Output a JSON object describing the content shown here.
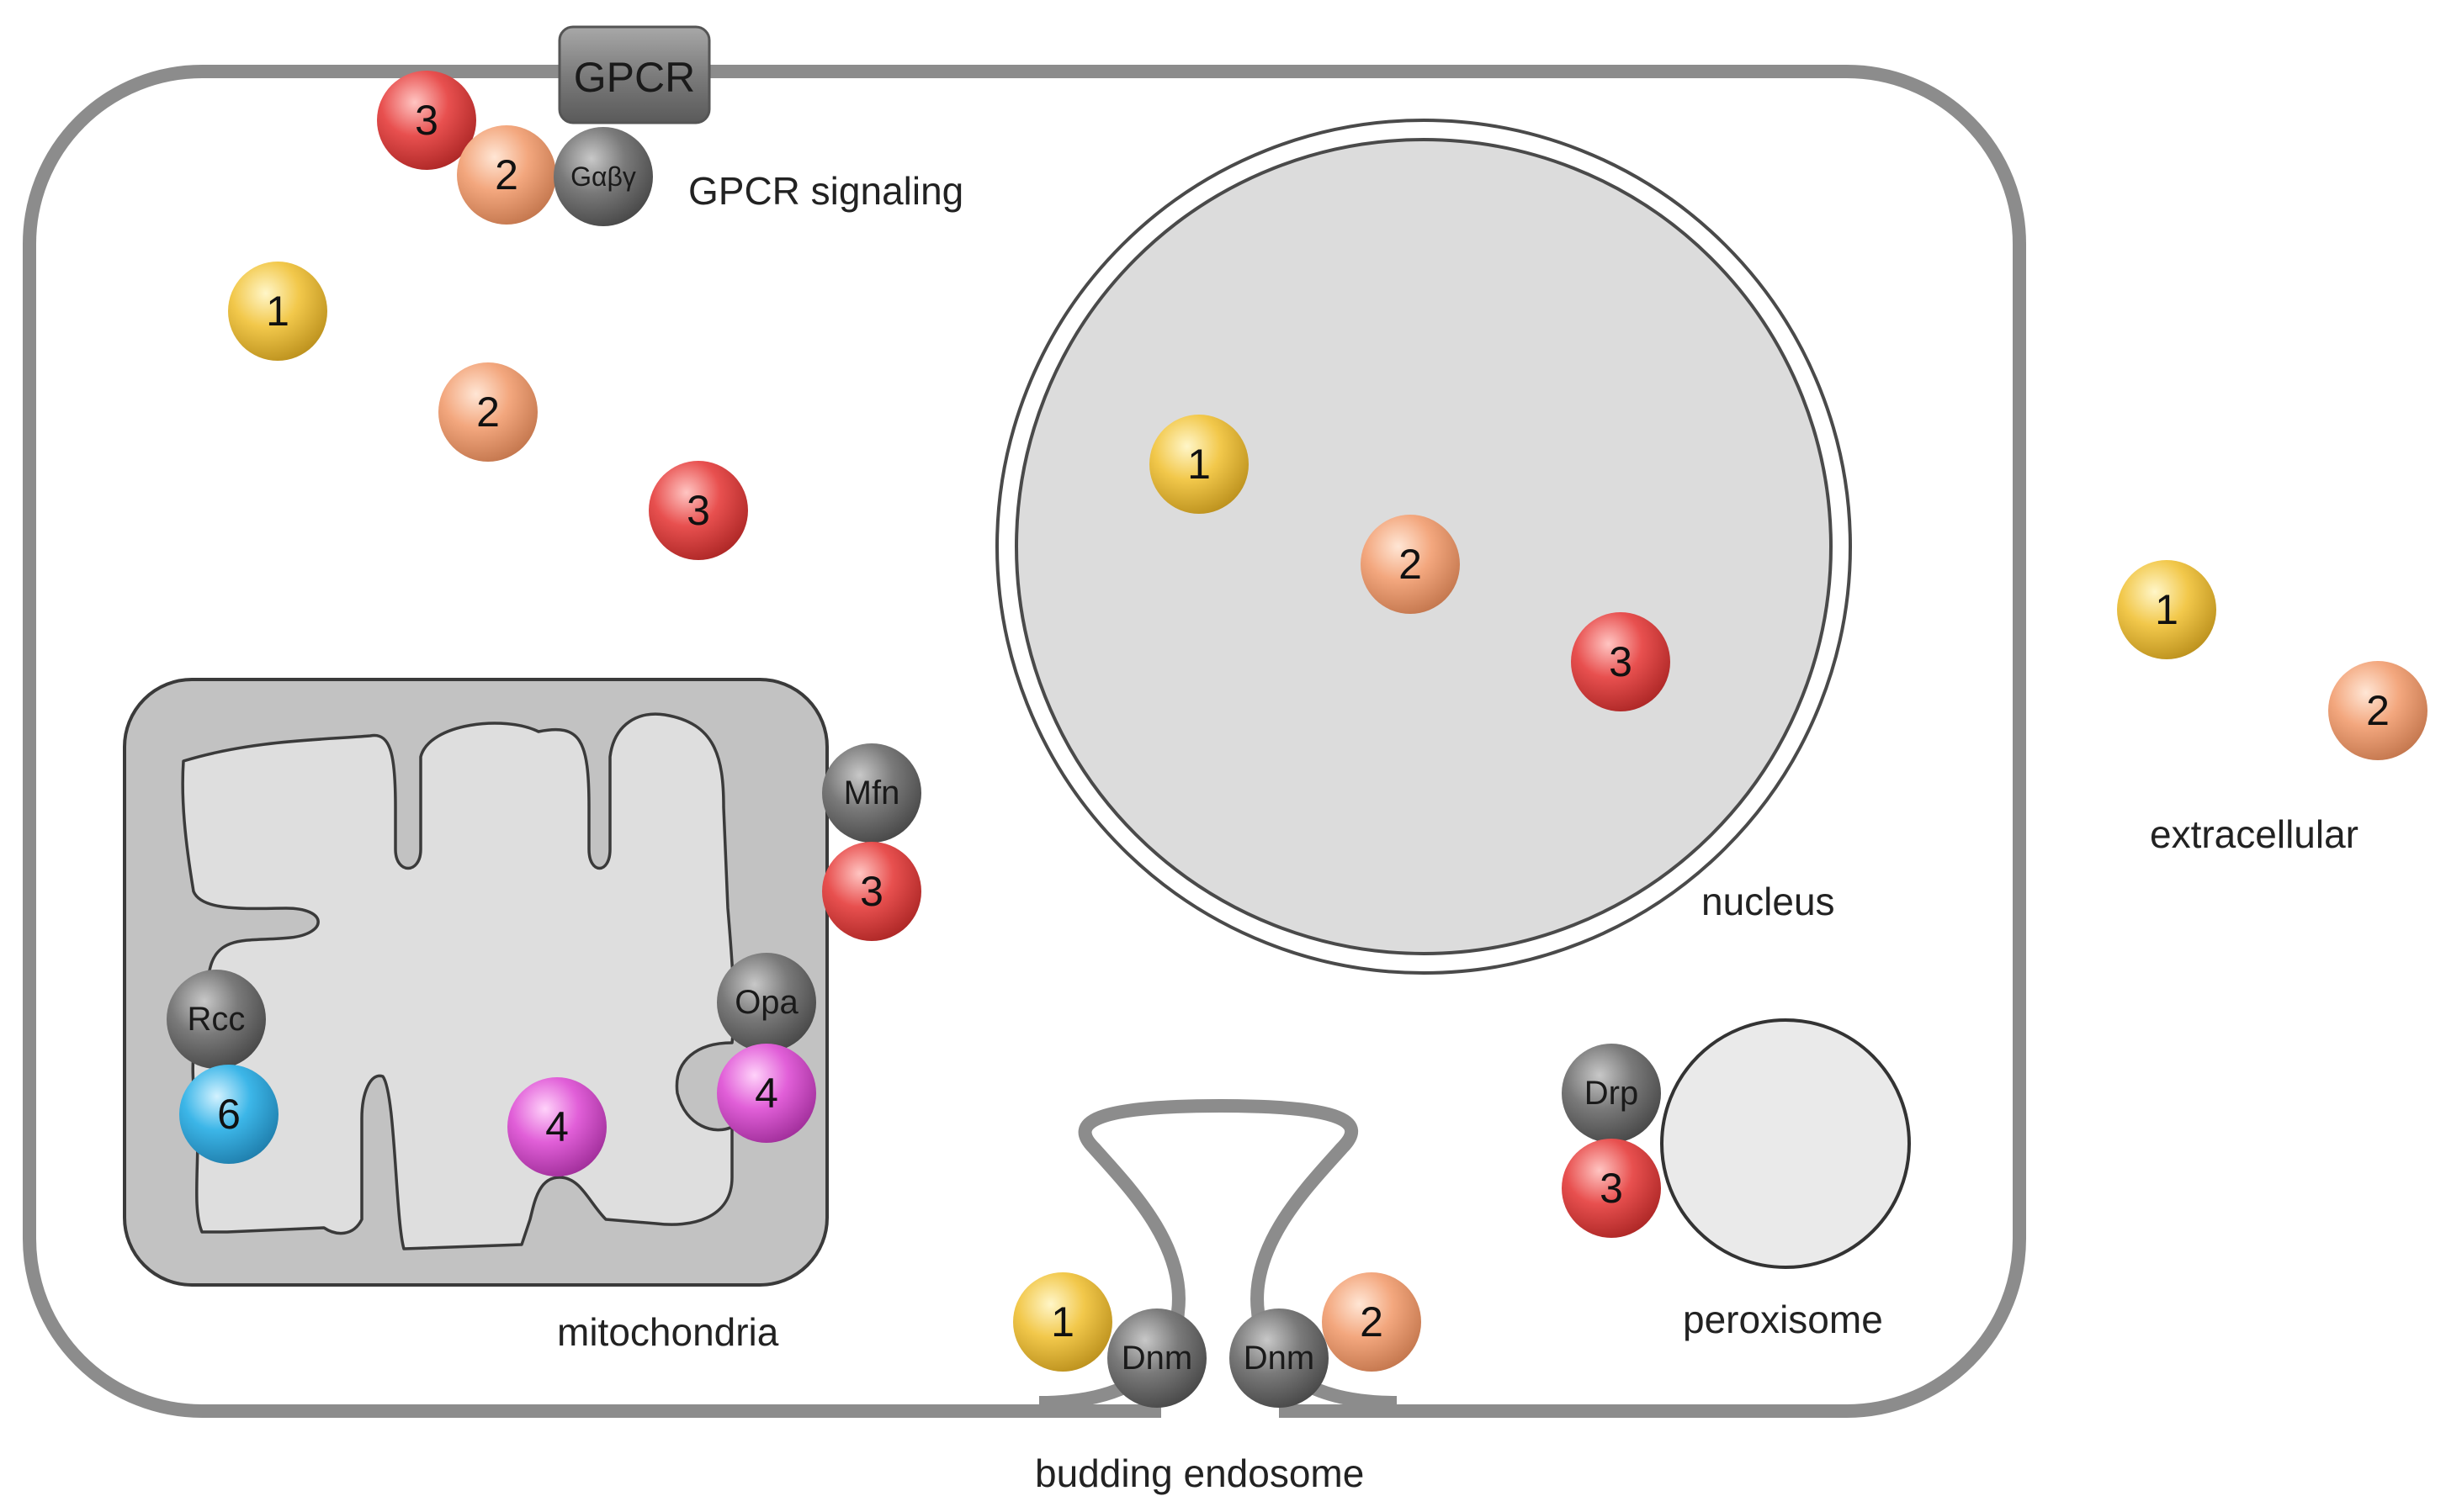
{
  "labels": {
    "gpcr_signaling": "GPCR signaling",
    "nucleus": "nucleus",
    "extracellular": "extracellular",
    "mitochondria": "mitochondria",
    "peroxisome": "peroxisome",
    "budding_endosome": "budding endosome"
  },
  "proteins": {
    "gpcr": "GPCR",
    "galpha": "Gαβγ",
    "mfn": "Mfn",
    "opa": "Opa",
    "rcc": "Rcc",
    "drp": "Drp",
    "dnm_left": "Dnm",
    "dnm_right": "Dnm"
  },
  "isoforms": {
    "gpcr_3": "3",
    "gpcr_2": "2",
    "cyto_1": "1",
    "cyto_2": "2",
    "cyto_3": "3",
    "nuc_1": "1",
    "nuc_2": "2",
    "nuc_3": "3",
    "extra_1": "1",
    "extra_2": "2",
    "mito_mfn_3": "3",
    "mito_opa_4": "4",
    "mito_inner_4": "4",
    "mito_rcc_6": "6",
    "perox_3": "3",
    "endo_1": "1",
    "endo_2": "2"
  },
  "colors": {
    "isoform_1": "#f2c84b",
    "isoform_2": "#f3a77e",
    "isoform_3": "#e8504f",
    "isoform_4": "#e15fd8",
    "isoform_6": "#3cb6e8",
    "protein_gray": "#6f6f6f",
    "membrane": "#8c8c8c"
  }
}
